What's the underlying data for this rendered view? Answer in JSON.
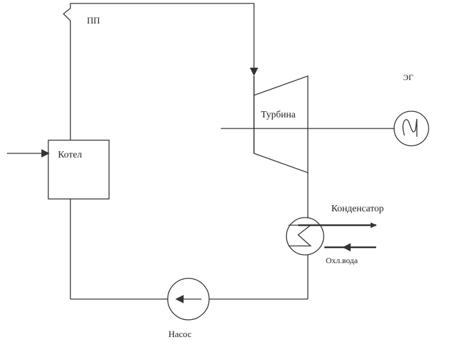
{
  "labels": {
    "superheater": "ПП",
    "generator": "ЭГ",
    "turbine": "Турбина",
    "boiler": "Котел",
    "condenser": "Конденсатор",
    "cooling_water": "Охл.вода",
    "pump": "Насос"
  },
  "colors": {
    "line": "#333333",
    "background": "#ffffff"
  }
}
